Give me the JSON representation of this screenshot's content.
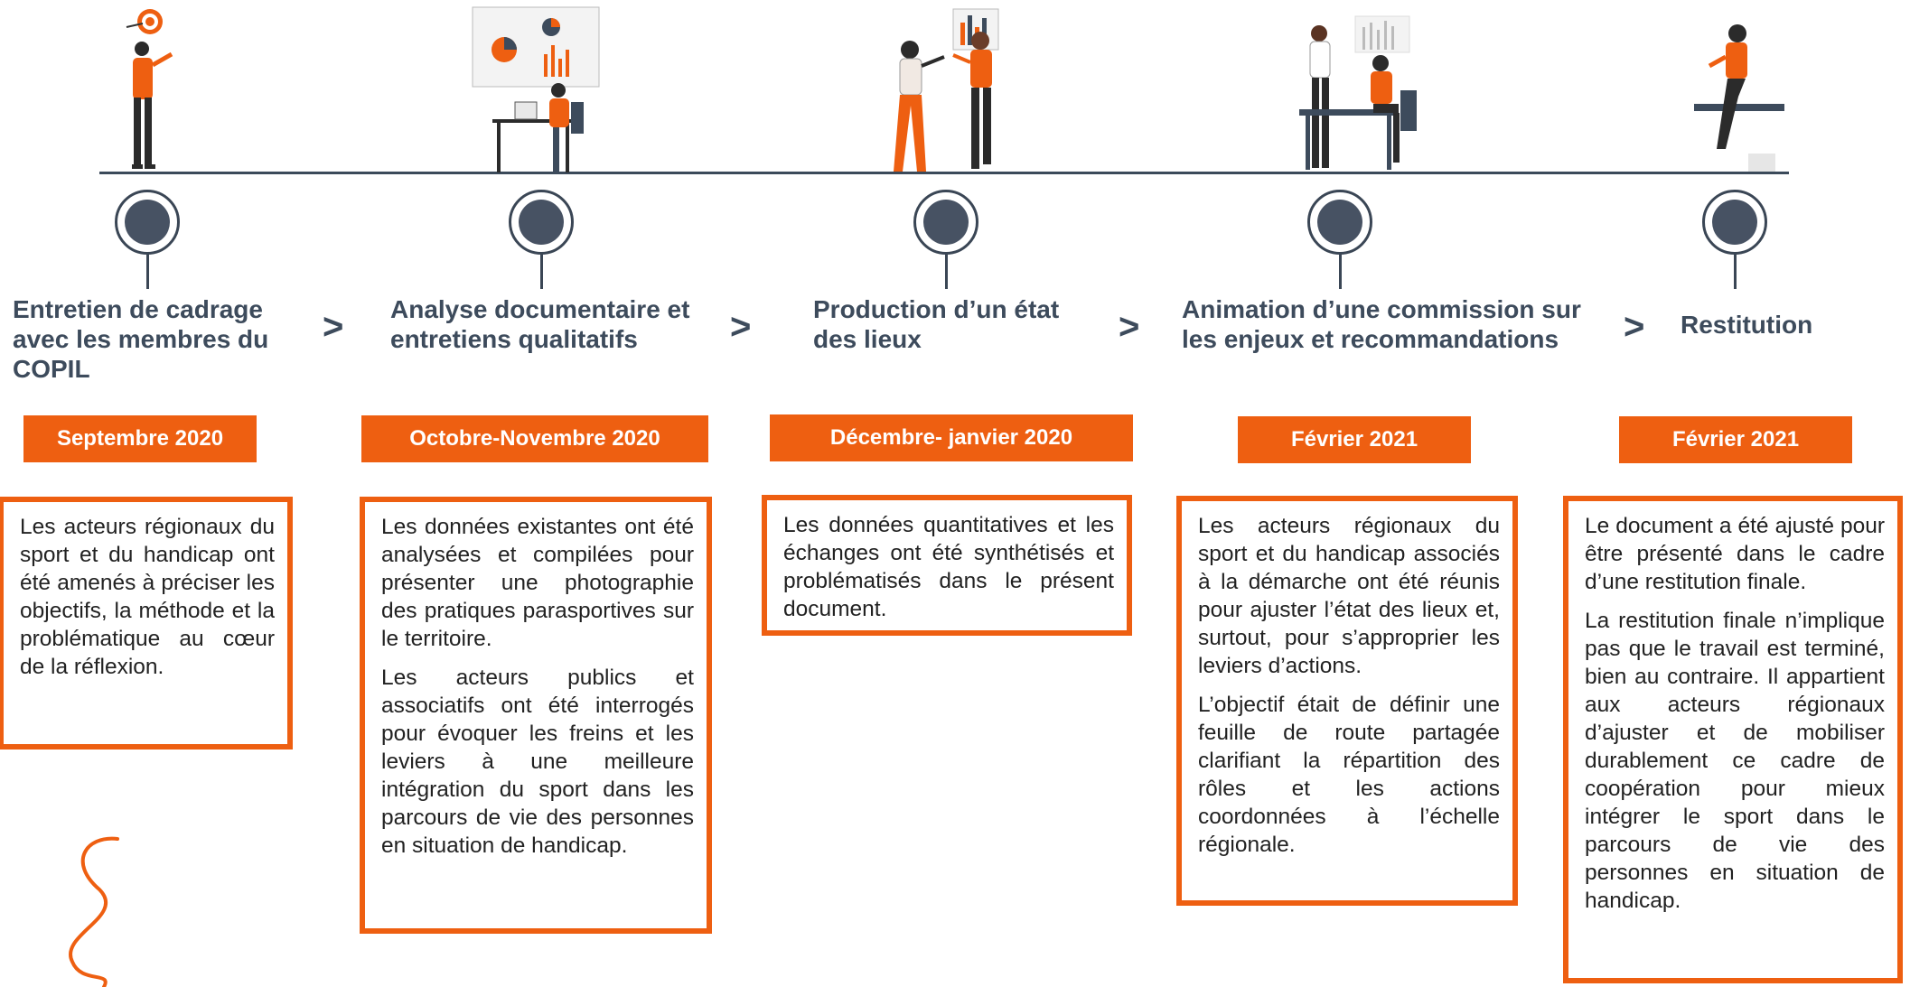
{
  "colors": {
    "accent": "#ee5f11",
    "dark": "#3d4b5c",
    "node": "#475263"
  },
  "stages": [
    {
      "title": "Entretien de cadrage avec les membres du COPIL",
      "date": "Septembre 2020",
      "paragraphs": [
        "Les acteurs régionaux du sport et du handicap ont été amenés à préciser les objectifs, la méthode et la problématique au cœur de la réflexion."
      ]
    },
    {
      "title": "Analyse documentaire et entretiens qualitatifs",
      "date": "Octobre-Novembre 2020",
      "paragraphs": [
        "Les données existantes ont été analysées et compilées pour présenter une photographie des pratiques parasportives sur le territoire.",
        "Les acteurs publics et associatifs ont été interrogés pour évoquer les freins et les leviers à une meilleure intégration du sport dans les parcours de vie des personnes en situation de handicap."
      ]
    },
    {
      "title": "Production d’un état des lieux",
      "date": "Décembre- janvier 2020",
      "paragraphs": [
        "Les données quantitatives et les échanges ont été synthétisés et problématisés dans le présent document."
      ]
    },
    {
      "title": "Animation d’une commission sur les enjeux et recommandations",
      "date": "Février 2021",
      "paragraphs": [
        "Les acteurs régionaux du sport et du handicap associés à la démarche ont été réunis pour ajuster l’état des lieux et, surtout, pour s’approprier les leviers d’actions.",
        "L’objectif était de définir une feuille de route partagée clarifiant la répartition des rôles et les actions coordonnées à l’échelle régionale."
      ]
    },
    {
      "title": "Restitution",
      "date": "Février 2021",
      "paragraphs": [
        "Le document a été ajusté pour être présenté dans le cadre d’une restitution finale.",
        "La restitution finale n’implique pas que le travail est terminé, bien au contraire. Il appartient aux acteurs régionaux d’ajuster et de mobiliser durablement ce cadre de coopération pour mieux intégrer le sport dans le parcours de vie des personnes en situation de handicap."
      ]
    }
  ],
  "separator": ">"
}
